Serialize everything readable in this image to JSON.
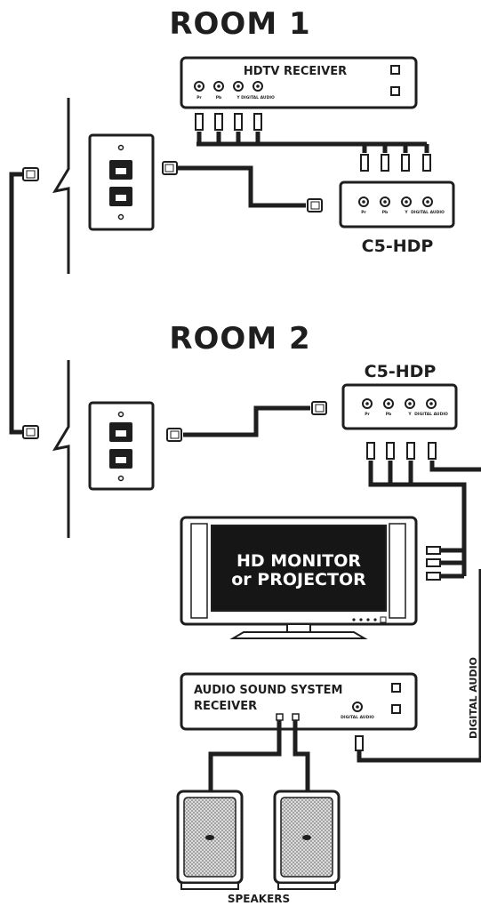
{
  "room1": {
    "title": "ROOM 1",
    "hdtv_receiver": {
      "label": "HDTV RECEIVER",
      "jacks": [
        "Pr",
        "Pb",
        "Y",
        "DIGITAL AUDIO"
      ]
    },
    "c5": {
      "label": "C5-HDP",
      "jacks": [
        "Pr",
        "Pb",
        "Y",
        "DIGITAL AUDIO"
      ]
    }
  },
  "room2": {
    "title": "ROOM 2",
    "c5": {
      "label": "C5-HDP",
      "jacks": [
        "Pr",
        "Pb",
        "Y",
        "DIGITAL AUDIO"
      ]
    },
    "monitor": {
      "line1": "HD MONITOR",
      "line2": "or PROJECTOR"
    },
    "audio_receiver": {
      "line1": "AUDIO SOUND SYSTEM",
      "line2": "RECEIVER",
      "jack": "DIGITAL AUDIO"
    },
    "digital_audio_label": "DIGITAL AUDIO",
    "speakers_label": "SPEAKERS"
  },
  "colors": {
    "ink": "#1e1e1e",
    "screen": "#161616",
    "grille": "#bdbdbd"
  }
}
